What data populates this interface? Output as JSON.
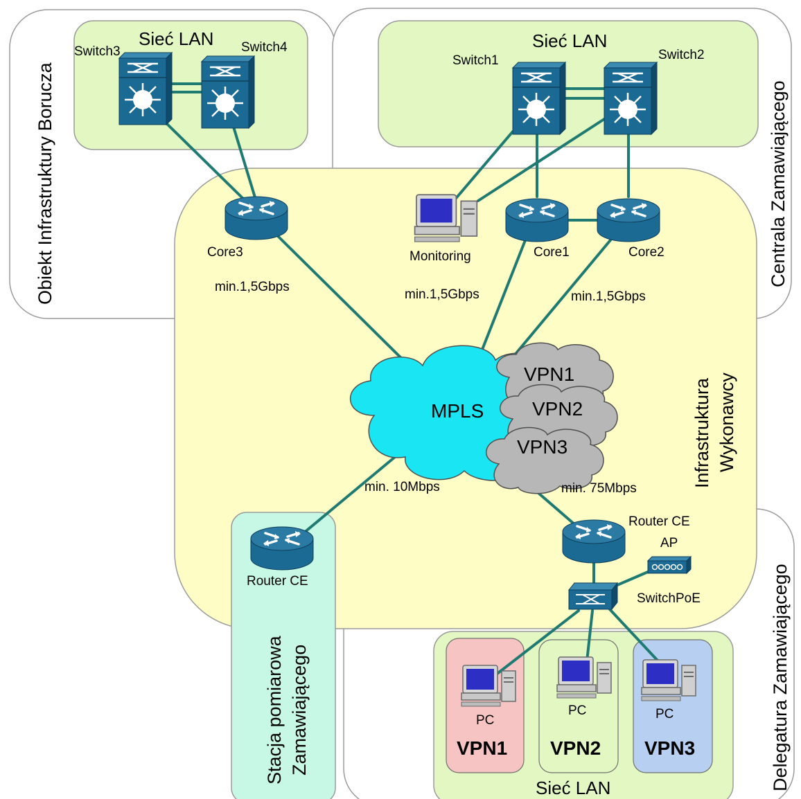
{
  "colors": {
    "link": "#1f7a72",
    "device_fill": "#1b6a94",
    "device_dark": "#0f4a6b",
    "yellow_region": "#fdfdc5",
    "green_region": "#e2f7c1",
    "aqua_region": "#c7f8e6",
    "pink_box": "#f7c4c4",
    "blue_box": "#b7cff0",
    "cloud_mpls": "#19e6f2",
    "cloud_vpn": "#b7b7b7"
  },
  "regions": {
    "boruca": "Obiekt Infrastruktury Borucza",
    "centrala": "Centrala Zamawiającego",
    "wykonawca_line1": "Infrastruktura",
    "wykonawca_line2": "Wykonawcy",
    "stacja_line1": "Stacja pomiarowa",
    "stacja_line2": "Zamawiającego",
    "delegatura": "Delegatura Zamawiającego"
  },
  "lan": {
    "left": "Sieć LAN",
    "top": "Sieć LAN",
    "bottom": "Sieć LAN"
  },
  "devices": {
    "switch1": "Switch1",
    "switch2": "Switch2",
    "switch3": "Switch3",
    "switch4": "Switch4",
    "core1": "Core1",
    "core2": "Core2",
    "core3": "Core3",
    "monitoring": "Monitoring",
    "router_ce_left": "Router CE",
    "router_ce_right": "Router CE",
    "ap": "AP",
    "switchpoe": "SwitchPoE"
  },
  "links": {
    "core3": "min.1,5Gbps",
    "core1": "min.1,5Gbps",
    "core2": "min.1,5Gbps",
    "stacja": "min. 10Mbps",
    "delegatura": "min. 75Mbps"
  },
  "clouds": {
    "mpls": "MPLS",
    "vpn1": "VPN1",
    "vpn2": "VPN2",
    "vpn3": "VPN3"
  },
  "pcs": [
    {
      "label": "PC",
      "vpn": "VPN1"
    },
    {
      "label": "PC",
      "vpn": "VPN2"
    },
    {
      "label": "PC",
      "vpn": "VPN3"
    }
  ]
}
